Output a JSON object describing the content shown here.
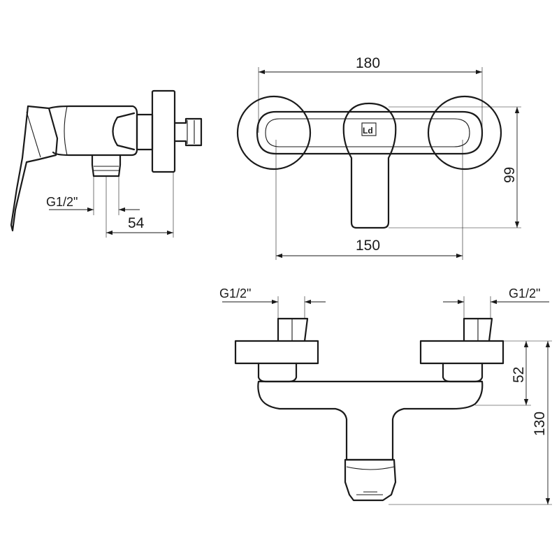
{
  "dimensions": {
    "width_overall": "180",
    "axis_distance": "150",
    "height_front": "99",
    "side_thread": "G1/2\"",
    "side_depth": "54",
    "top_thread_left": "G1/2\"",
    "top_thread_right": "G1/2\"",
    "eccentric_height": "52",
    "total_height": "130"
  },
  "logo": {
    "text": "Ld"
  }
}
